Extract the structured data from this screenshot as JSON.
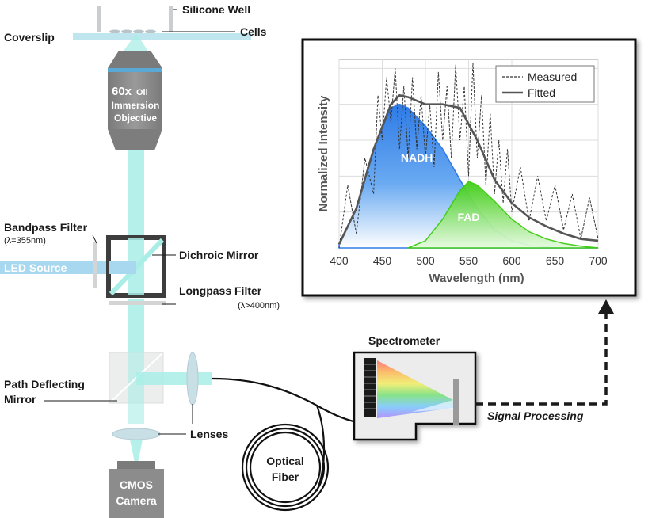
{
  "labels": {
    "silicone_well": "Silicone Well",
    "cells": "Cells",
    "coverslip": "Coverslip",
    "objective_mag": "60x",
    "objective_oil": "Oil",
    "objective_immersion": "Immersion",
    "objective_word": "Objective",
    "bandpass_filter": "Bandpass Filter",
    "bandpass_wavelength": "(λ=355nm)",
    "led_source": "LED Source",
    "dichroic_mirror": "Dichroic Mirror",
    "longpass_filter": "Longpass Filter",
    "longpass_wavelength": "(λ>400nm)",
    "path_deflecting_1": "Path Deflecting",
    "path_deflecting_2": "Mirror",
    "lenses": "Lenses",
    "cmos_1": "CMOS",
    "cmos_2": "Camera",
    "optical_1": "Optical",
    "optical_2": "Fiber",
    "spectrometer": "Spectrometer",
    "signal_processing": "Signal Processing"
  },
  "colors": {
    "beam": "#a9ede6",
    "led": "#a8d8f0",
    "objective": "#8c8c8c",
    "dashed_arrow": "#1a1a1a",
    "nadh": "#3a86e8",
    "fad": "#49d11f",
    "fitted": "#555555"
  },
  "chart_data": {
    "type": "area",
    "xlabel": "Wavelength (nm)",
    "ylabel": "Normalized Intensity",
    "xlim": [
      400,
      700
    ],
    "ylim": [
      0,
      1.05
    ],
    "xticks": [
      400,
      450,
      500,
      550,
      600,
      650,
      700
    ],
    "grid": true,
    "legend_position": "top-right",
    "legend": [
      "Measured",
      "Fitted"
    ],
    "area_labels": [
      "NADH",
      "FAD"
    ],
    "series": [
      {
        "name": "NADH",
        "style": "filled-area",
        "x": [
          400,
          420,
          440,
          460,
          470,
          480,
          500,
          520,
          540,
          560,
          580,
          600,
          620,
          640,
          660,
          680,
          700
        ],
        "y": [
          0.02,
          0.22,
          0.55,
          0.78,
          0.8,
          0.78,
          0.68,
          0.55,
          0.38,
          0.22,
          0.1,
          0.04,
          0.015,
          0.005,
          0.0,
          0.0,
          0.0
        ]
      },
      {
        "name": "FAD",
        "style": "filled-area",
        "x": [
          480,
          500,
          520,
          540,
          550,
          560,
          580,
          600,
          620,
          640,
          660,
          680,
          700
        ],
        "y": [
          0.0,
          0.04,
          0.16,
          0.32,
          0.37,
          0.35,
          0.26,
          0.16,
          0.09,
          0.05,
          0.025,
          0.01,
          0.0
        ]
      },
      {
        "name": "Fitted",
        "style": "solid-line",
        "x": [
          400,
          420,
          440,
          460,
          470,
          480,
          500,
          520,
          540,
          560,
          580,
          600,
          620,
          640,
          660,
          680,
          700
        ],
        "y": [
          0.02,
          0.22,
          0.55,
          0.8,
          0.85,
          0.84,
          0.8,
          0.8,
          0.78,
          0.6,
          0.38,
          0.25,
          0.17,
          0.12,
          0.08,
          0.05,
          0.04
        ]
      },
      {
        "name": "Measured",
        "style": "dashed-line",
        "x": [
          400,
          410,
          420,
          430,
          440,
          445,
          450,
          455,
          460,
          465,
          470,
          475,
          480,
          485,
          490,
          495,
          500,
          505,
          510,
          515,
          520,
          525,
          530,
          535,
          540,
          545,
          550,
          555,
          560,
          565,
          570,
          575,
          580,
          585,
          590,
          595,
          600,
          610,
          620,
          630,
          640,
          650,
          660,
          670,
          680,
          690,
          700
        ],
        "y": [
          0.0,
          0.35,
          0.08,
          0.5,
          0.3,
          0.85,
          0.6,
          0.95,
          0.7,
          1.0,
          0.55,
          0.9,
          0.5,
          0.95,
          0.55,
          0.85,
          0.5,
          0.8,
          0.45,
          0.98,
          0.6,
          0.9,
          0.5,
          1.02,
          0.6,
          0.9,
          0.4,
          1.03,
          0.5,
          0.85,
          0.35,
          0.75,
          0.3,
          0.6,
          0.25,
          0.55,
          0.2,
          0.45,
          0.15,
          0.4,
          0.15,
          0.35,
          0.1,
          0.3,
          0.05,
          0.28,
          0.05
        ]
      }
    ]
  }
}
